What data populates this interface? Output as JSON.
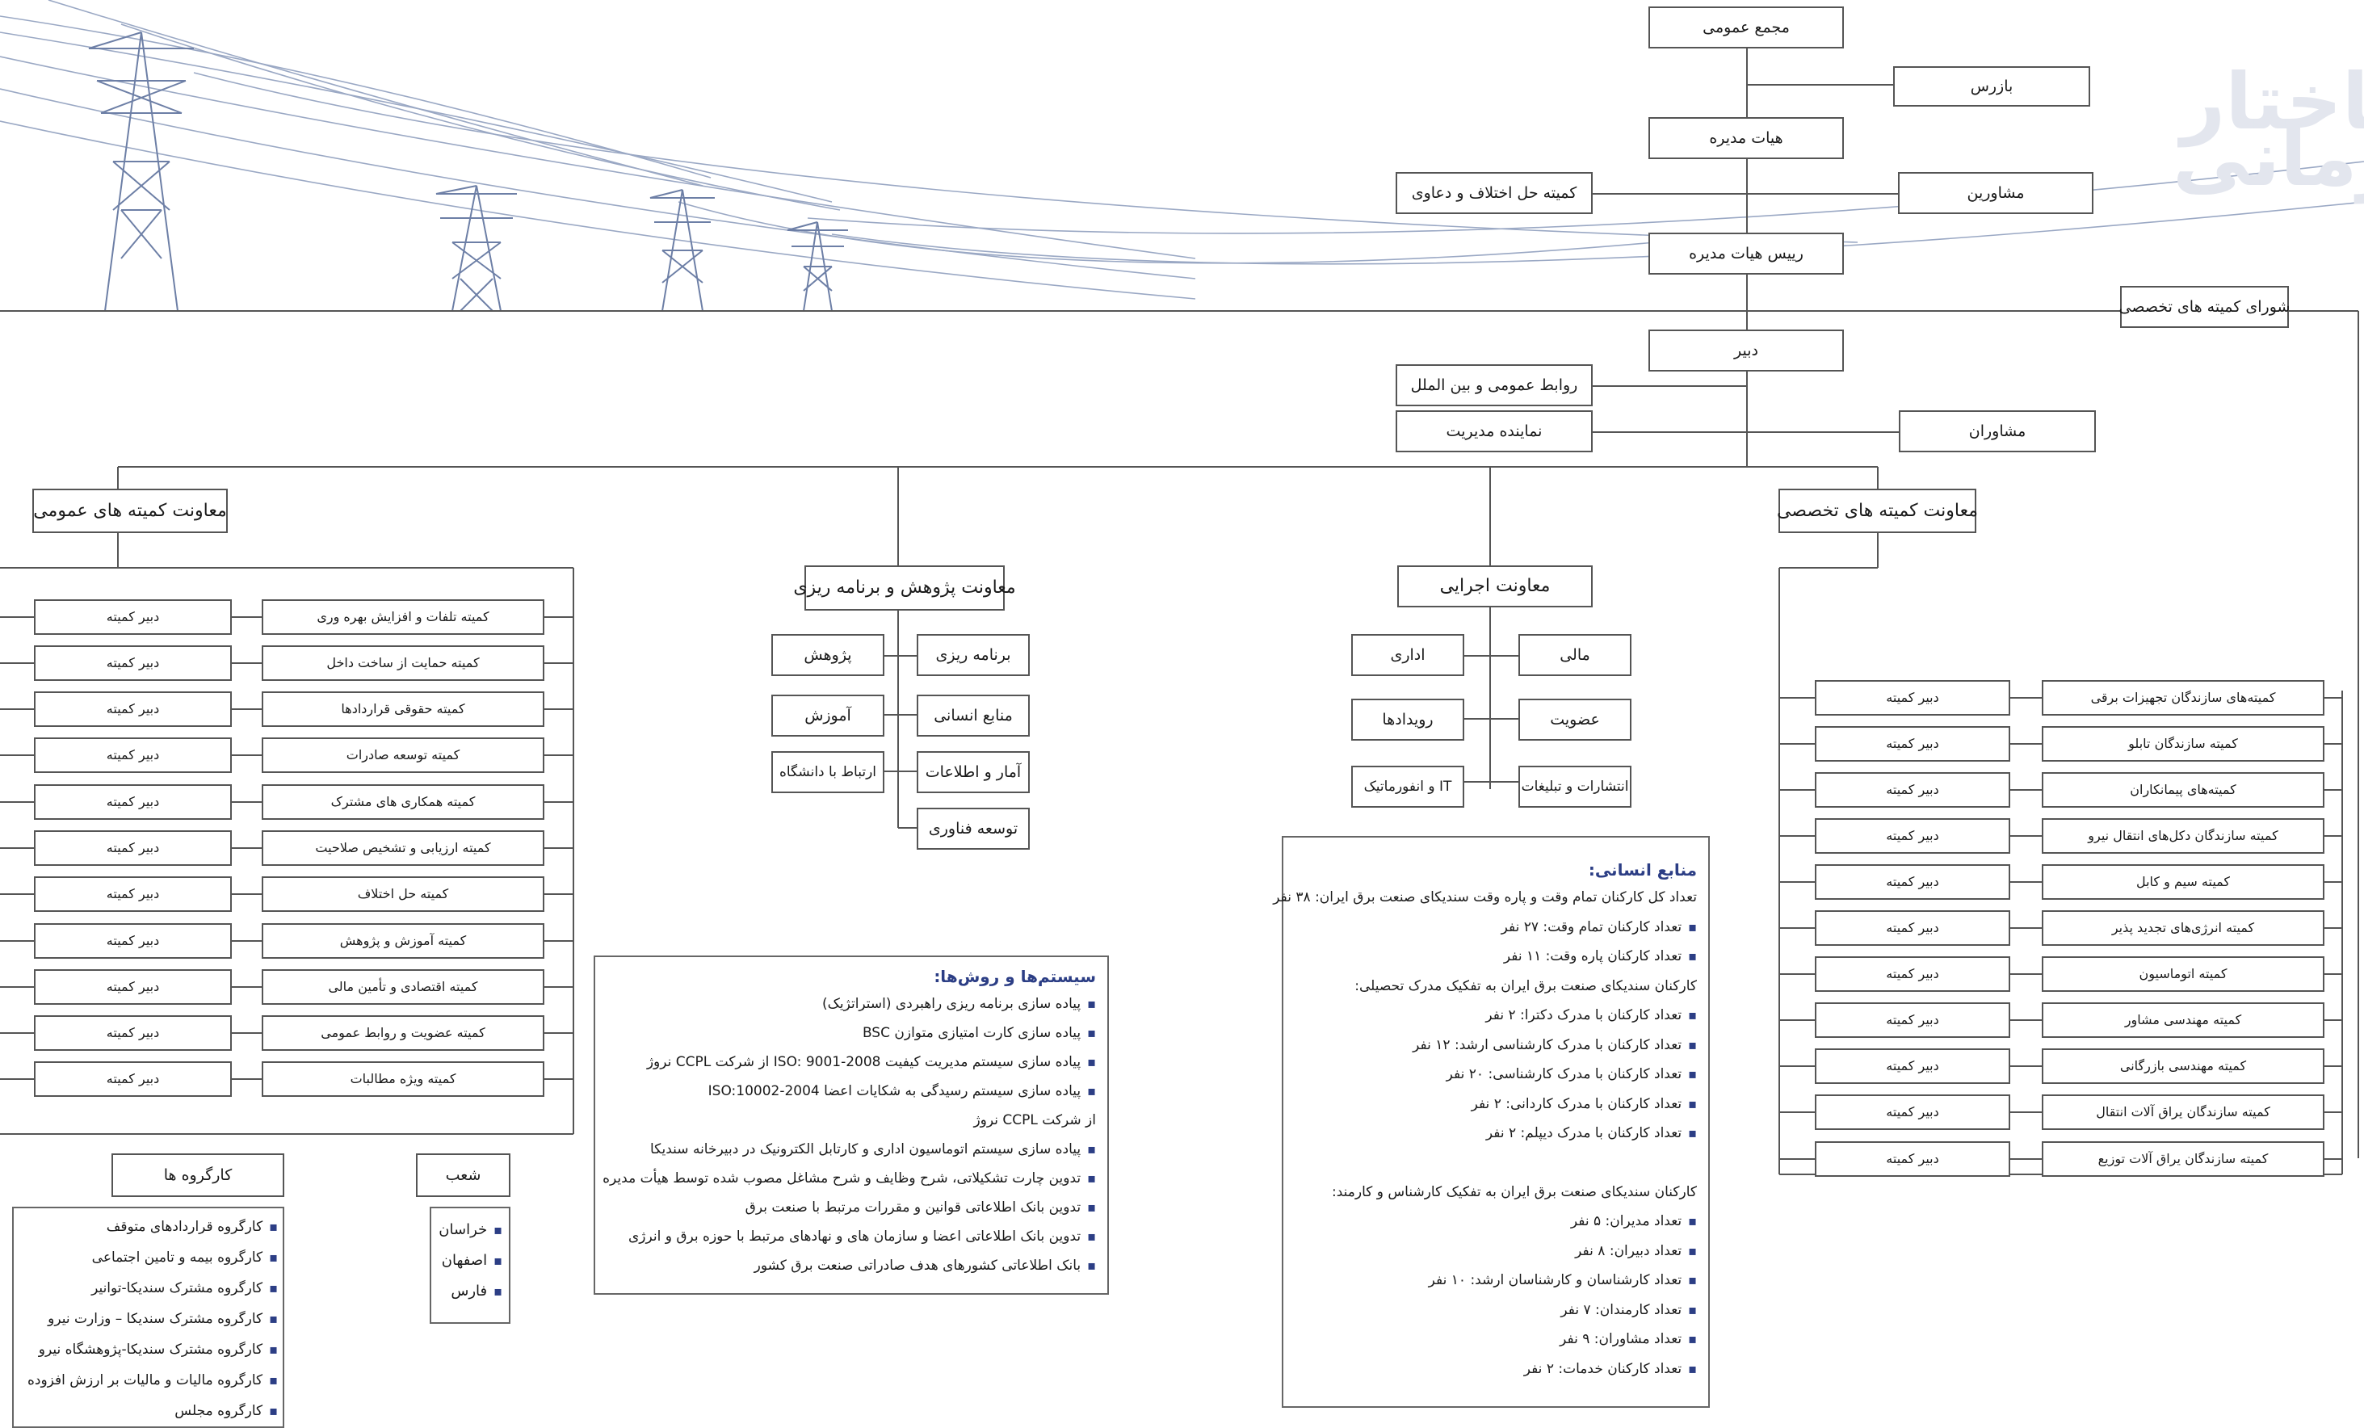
{
  "watermark": {
    "line1": "ساختار",
    "line2": "سازمانی"
  },
  "top": {
    "general_assembly": "مجمع عمومی",
    "inspector": "بازرس",
    "board": "هیات مدیره",
    "advisors": "مشاورین",
    "dispute_committee": "کمیته حل اختلاف و دعاوی",
    "board_chair": "رییس هیات مدیره",
    "specialized_council": "شورای کمیته های تخصصی",
    "secretary": "دبیر",
    "public_relations": "روابط عمومی و بین الملل",
    "mgmt_rep": "نماینده مدیریت",
    "consultants": "مشاوران"
  },
  "deputies": {
    "specialized": "معاونت کمیته های تخصصی",
    "executive": "معاونت اجرایی",
    "research": "معاونت پژوهش و برنامه ریزی",
    "general": "معاونت کمیته های عمومی"
  },
  "executive_units": {
    "finance": "مالی",
    "admin": "اداری",
    "membership": "عضویت",
    "events": "رویدادها",
    "publications": "انتشارات و تبلیغات",
    "it": "IT و انفورماتیک"
  },
  "research_units": {
    "planning": "برنامه ریزی",
    "research": "پژوهش",
    "hr": "منابع انسانی",
    "training": "آموزش",
    "stats": "آمار و اطلاعات",
    "university": "ارتباط با دانشگاه",
    "tech": "توسعه فناوری"
  },
  "secretary_label": "دبیر کمیته",
  "general_committees": [
    "کمیته تلفات و افزایش بهره وری",
    "کمیته حمایت از ساخت داخل",
    "کمیته حقوقی قراردادها",
    "کمیته توسعه صادرات",
    "کمیته همکاری های مشترک",
    "کمیته ارزیابی و تشخیص صلاحیت",
    "کمیته حل اختلاف",
    "کمیته آموزش و پژوهش",
    "کمیته اقتصادی و تأمین مالی",
    "کمیته عضویت و روابط عمومی",
    "کمیته ویژه مطالبات"
  ],
  "specialized_committees": [
    "کمیته‌های سازندگان تجهیزات برقی",
    "کمیته سازندگان تابلو",
    "کمیته‌های پیمانکاران",
    "کمیته سازندگان دکل‌های انتقال نیرو",
    "کمیته سیم و کابل",
    "کمیته انرژی‌های تجدید پذیر",
    "کمیته اتوماسیون",
    "کمیته مهندسی مشاور",
    "کمیته مهندسی بازرگانی",
    "کمیته سازندگان یراق آلات انتقال",
    "کمیته سازندگان یراق آلات توزیع"
  ],
  "workgroups": {
    "title": "کارگروه ها",
    "items": [
      "کارگروه قراردادهای متوقف",
      "کارگروه بیمه و تامین اجتماعی",
      "کارگروه مشترک سندیکا-توانیر",
      "کارگروه مشترک سندیکا – وزارت نیرو",
      "کارگروه مشترک سندیکا-پژوهشگاه نیرو",
      "کارگروه مالیات و مالیات بر ارزش افزوده",
      "کارگروه مجلس"
    ]
  },
  "branches": {
    "title": "شعب",
    "items": [
      "خراسان",
      "اصفهان",
      "فارس"
    ]
  },
  "systems": {
    "title": "سیستم‌ها و روش‌ها:",
    "items": [
      {
        "text": "پیاده سازی برنامه ریزی راهبردی (استراتژیک)",
        "bullet": true
      },
      {
        "text": "پیاده سازی کارت امتیازی متوازن BSC",
        "bullet": true
      },
      {
        "text": "پیاده سازی سیستم مدیریت کیفیت ISO: 9001-2008 از شرکت CCPL نروژ",
        "bullet": true
      },
      {
        "text": "پیاده سازی سیستم رسیدگی به شکایات اعضا ISO:10002-2004",
        "bullet": true
      },
      {
        "text": "از شرکت CCPL نروژ",
        "bullet": false
      },
      {
        "text": "پیاده سازی سیستم اتوماسیون اداری و کارتابل الکترونیک در دبیرخانه سندیکا",
        "bullet": true
      },
      {
        "text": "تدوین چارت تشکیلاتی، شرح وظایف و شرح مشاغل مصوب شده توسط هیأت مدیره",
        "bullet": true
      },
      {
        "text": "تدوین بانک اطلاعاتی قوانین و مقررات مرتبط با صنعت برق",
        "bullet": true
      },
      {
        "text": "تدوین بانک اطلاعاتی اعضا و سازمان های و نهادهای مرتبط با حوزه برق و انرژی",
        "bullet": true
      },
      {
        "text": "بانک اطلاعاتی کشورهای هدف صادراتی صنعت برق کشور",
        "bullet": true
      }
    ]
  },
  "hr": {
    "title": "منابع انسانی:",
    "items": [
      {
        "text": "تعداد کل کارکنان تمام وقت و پاره وقت سندیکای صنعت برق ایران: ۳۸ نفر",
        "bullet": false
      },
      {
        "text": "تعداد کارکنان تمام وقت: ۲۷ نفر",
        "bullet": true
      },
      {
        "text": "تعداد کارکنان پاره وقت: ۱۱ نفر",
        "bullet": true
      },
      {
        "text": "کارکنان سندیکای صنعت برق ایران به تفکیک مدرک تحصیلی:",
        "bullet": false
      },
      {
        "text": "تعداد کارکنان با مدرک دکترا: ۲ نفر",
        "bullet": true
      },
      {
        "text": "تعداد کارکنان با مدرک کارشناسی ارشد: ۱۲ نفر",
        "bullet": true
      },
      {
        "text": "تعداد کارکنان با مدرک کارشناسی: ۲۰ نفر",
        "bullet": true
      },
      {
        "text": "تعداد کارکنان با مدرک کاردانی: ۲ نفر",
        "bullet": true
      },
      {
        "text": "تعداد کارکنان با مدرک دیپلم: ۲ نفر",
        "bullet": true
      },
      {
        "text": "",
        "bullet": false,
        "gap": true
      },
      {
        "text": "کارکنان سندیکای صنعت برق ایران به تفکیک کارشناس و کارمند:",
        "bullet": false
      },
      {
        "text": "تعداد مدیران: ۵ نفر",
        "bullet": true
      },
      {
        "text": "تعداد دبیران: ۸ نفر",
        "bullet": true
      },
      {
        "text": "تعداد کارشناسان و کارشناسان ارشد: ۱۰ نفر",
        "bullet": true
      },
      {
        "text": "تعداد کارمندان: ۷ نفر",
        "bullet": true
      },
      {
        "text": "تعداد مشاوران: ۹ نفر",
        "bullet": true
      },
      {
        "text": "تعداد کارکنان خدمات: ۲ نفر",
        "bullet": true
      }
    ]
  }
}
